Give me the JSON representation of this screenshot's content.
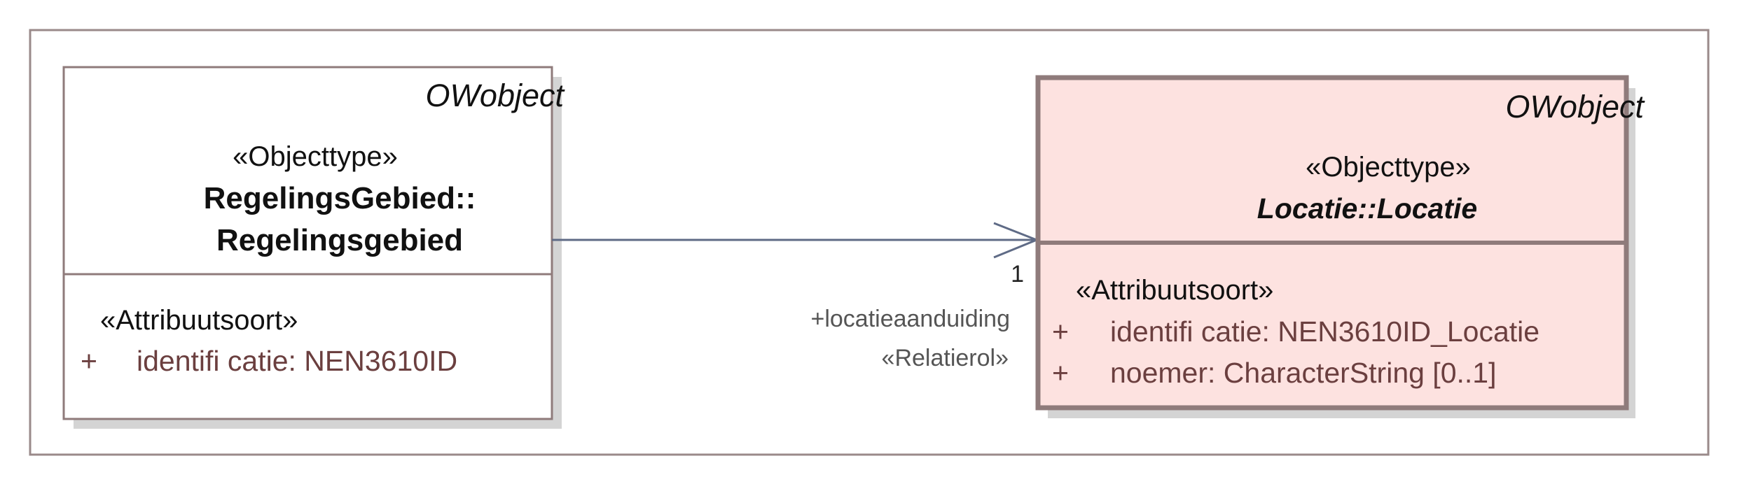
{
  "diagram": {
    "classes": [
      {
        "id": "regelingsgebied",
        "package_label": "OWobject",
        "stereotype": "«Objecttype»",
        "name_line1": "RegelingsGebied::",
        "name_line2": "Regelingsgebied",
        "attribute_stereotype": "«Attribuutsoort»",
        "attributes": [
          {
            "visibility": "+",
            "text": "identifi catie: NEN3610ID"
          }
        ]
      },
      {
        "id": "locatie",
        "package_label": "OWobject",
        "stereotype": "«Objecttype»",
        "name": "Locatie::Locatie",
        "attribute_stereotype": "«Attribuutsoort»",
        "attributes": [
          {
            "visibility": "+",
            "text": "identifi catie: NEN3610ID_Locatie"
          },
          {
            "visibility": "+",
            "text": "noemer: CharacterString [0..1]"
          }
        ],
        "fill_color": "#fde2e0",
        "border_color": "#8f7b7b"
      }
    ],
    "association": {
      "multiplicity": "1",
      "role_name": "+locatieaanduiding",
      "role_stereotype": "«Relatierol»",
      "line_color": "#5f6b86"
    }
  }
}
